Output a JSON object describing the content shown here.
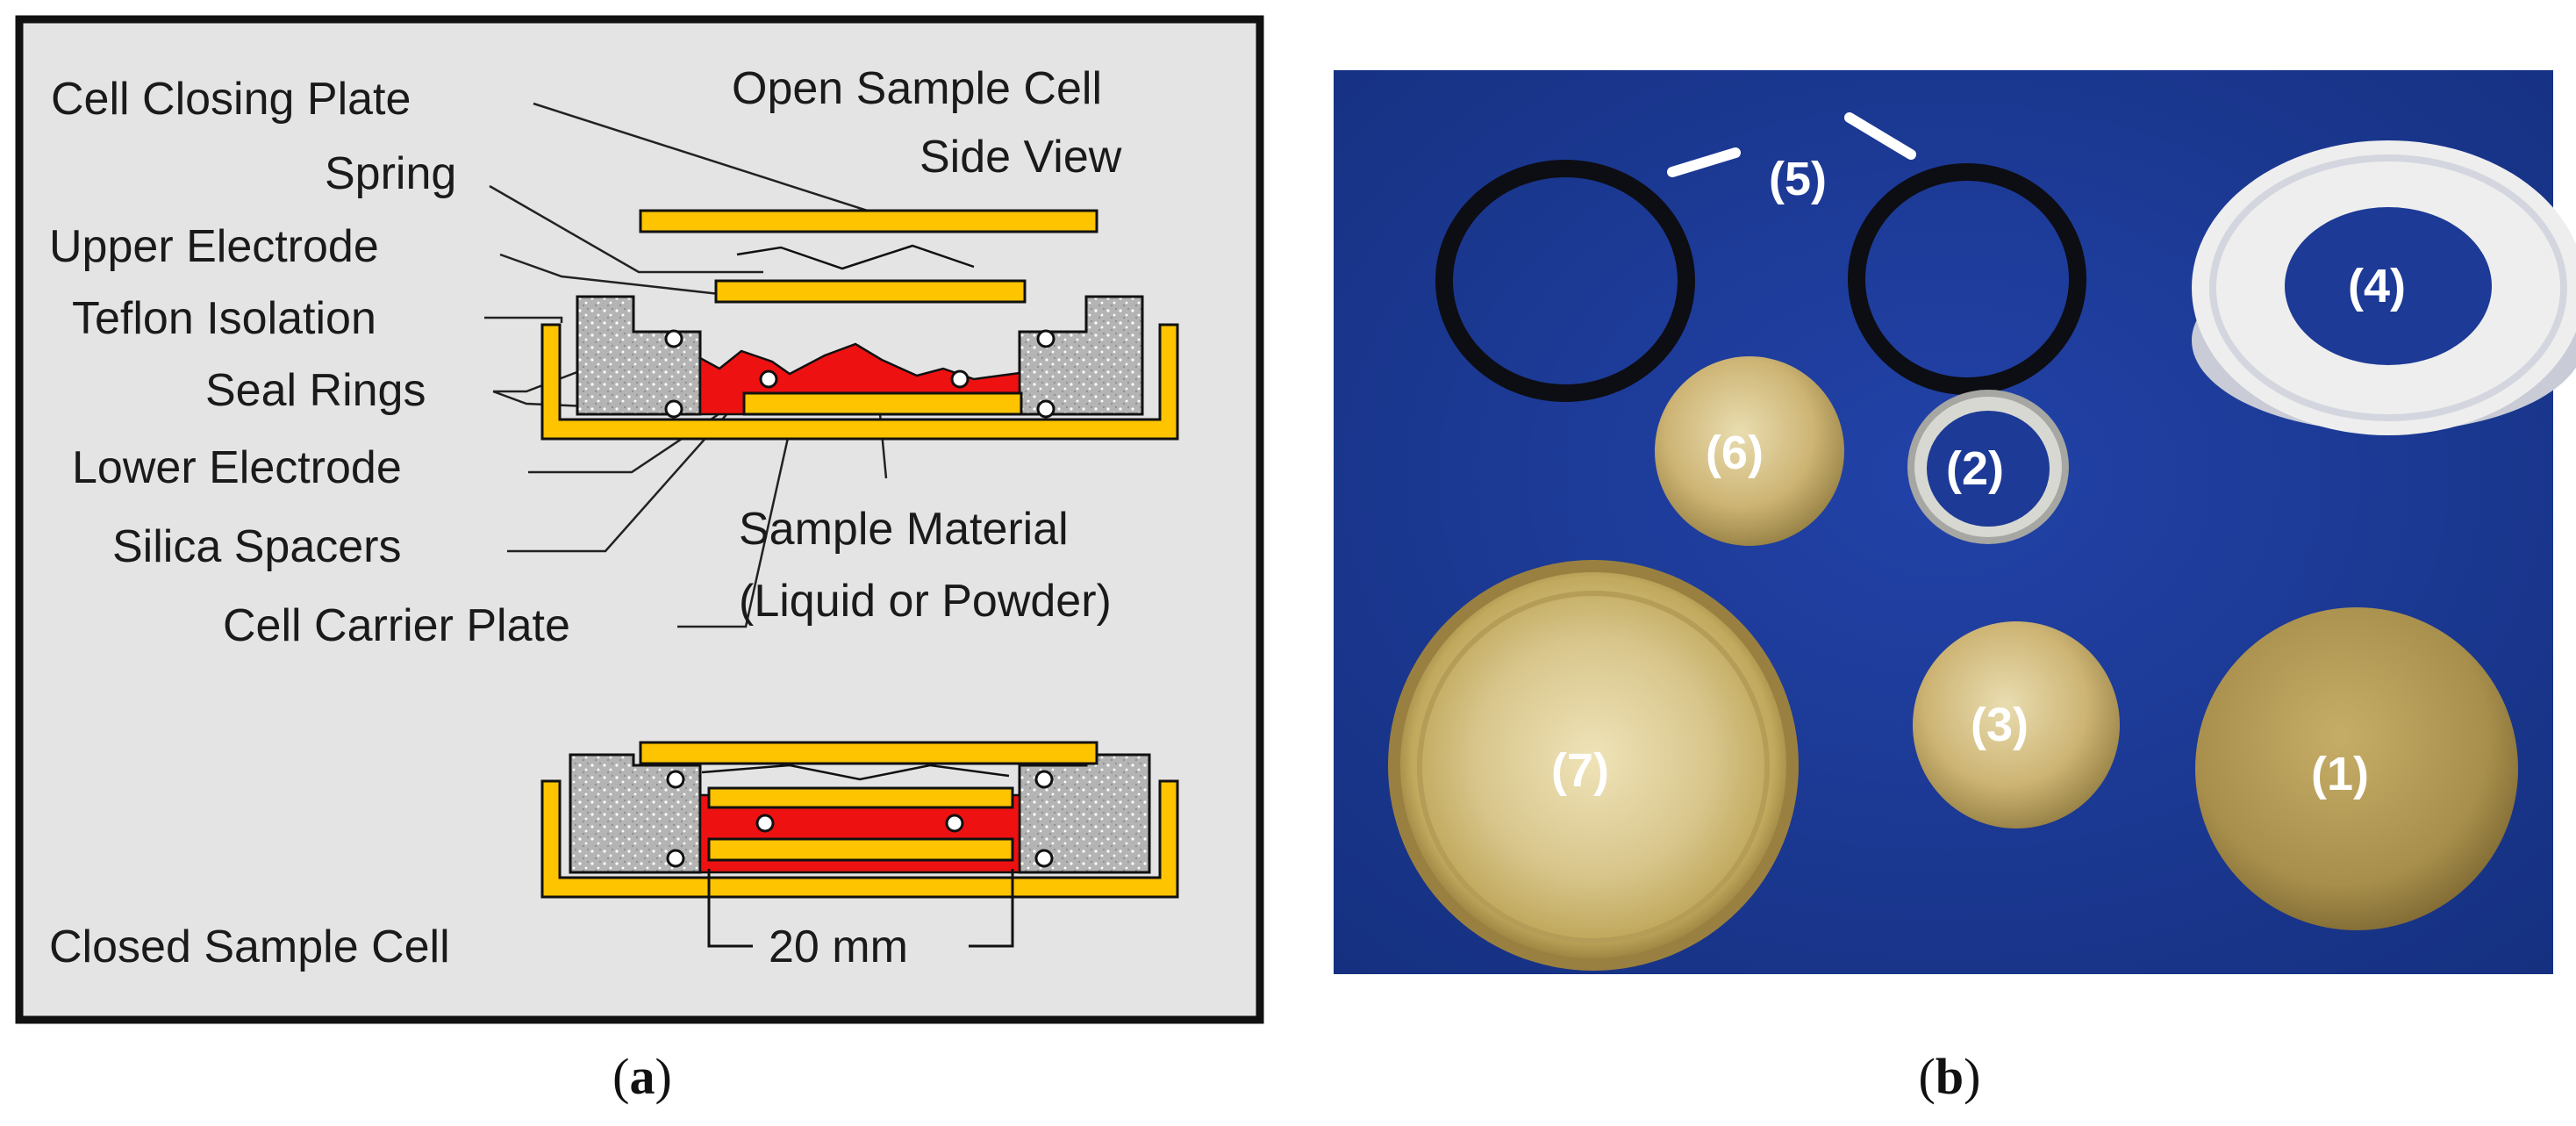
{
  "panel_a": {
    "title_line1": "Open Sample Cell",
    "title_line2": "Side View",
    "labels": {
      "cell_closing_plate": "Cell Closing Plate",
      "spring": "Spring",
      "upper_electrode": "Upper Electrode",
      "teflon_isolation": "Teflon Isolation",
      "seal_rings": "Seal Rings",
      "lower_electrode": "Lower Electrode",
      "silica_spacers": "Silica Spacers",
      "cell_carrier_plate": "Cell Carrier Plate",
      "sample_material_line1": "Sample Material",
      "sample_material_line2": "(Liquid or Powder)"
    },
    "closed_label": "Closed Sample Cell",
    "dimension": "20 mm",
    "caption_open": "(",
    "caption_letter": "a",
    "caption_close": ")"
  },
  "panel_b": {
    "parts": {
      "p1": "(1)",
      "p2": "(2)",
      "p3": "(3)",
      "p4": "(4)",
      "p5": "(5)",
      "p6": "(6)",
      "p7": "(7)"
    },
    "caption_open": "(",
    "caption_letter": "b",
    "caption_close": ")"
  },
  "colors": {
    "panel_a_background": "#e4e4e4",
    "electrode_yellow": "#ffc400",
    "sample_red": "#ee1111",
    "teflon_gray": "#b8b8b8",
    "photo_background": "#1a3590",
    "brass": "#c9b276",
    "teflon_white": "#eeeeee",
    "oring_black": "#0d0d14"
  }
}
